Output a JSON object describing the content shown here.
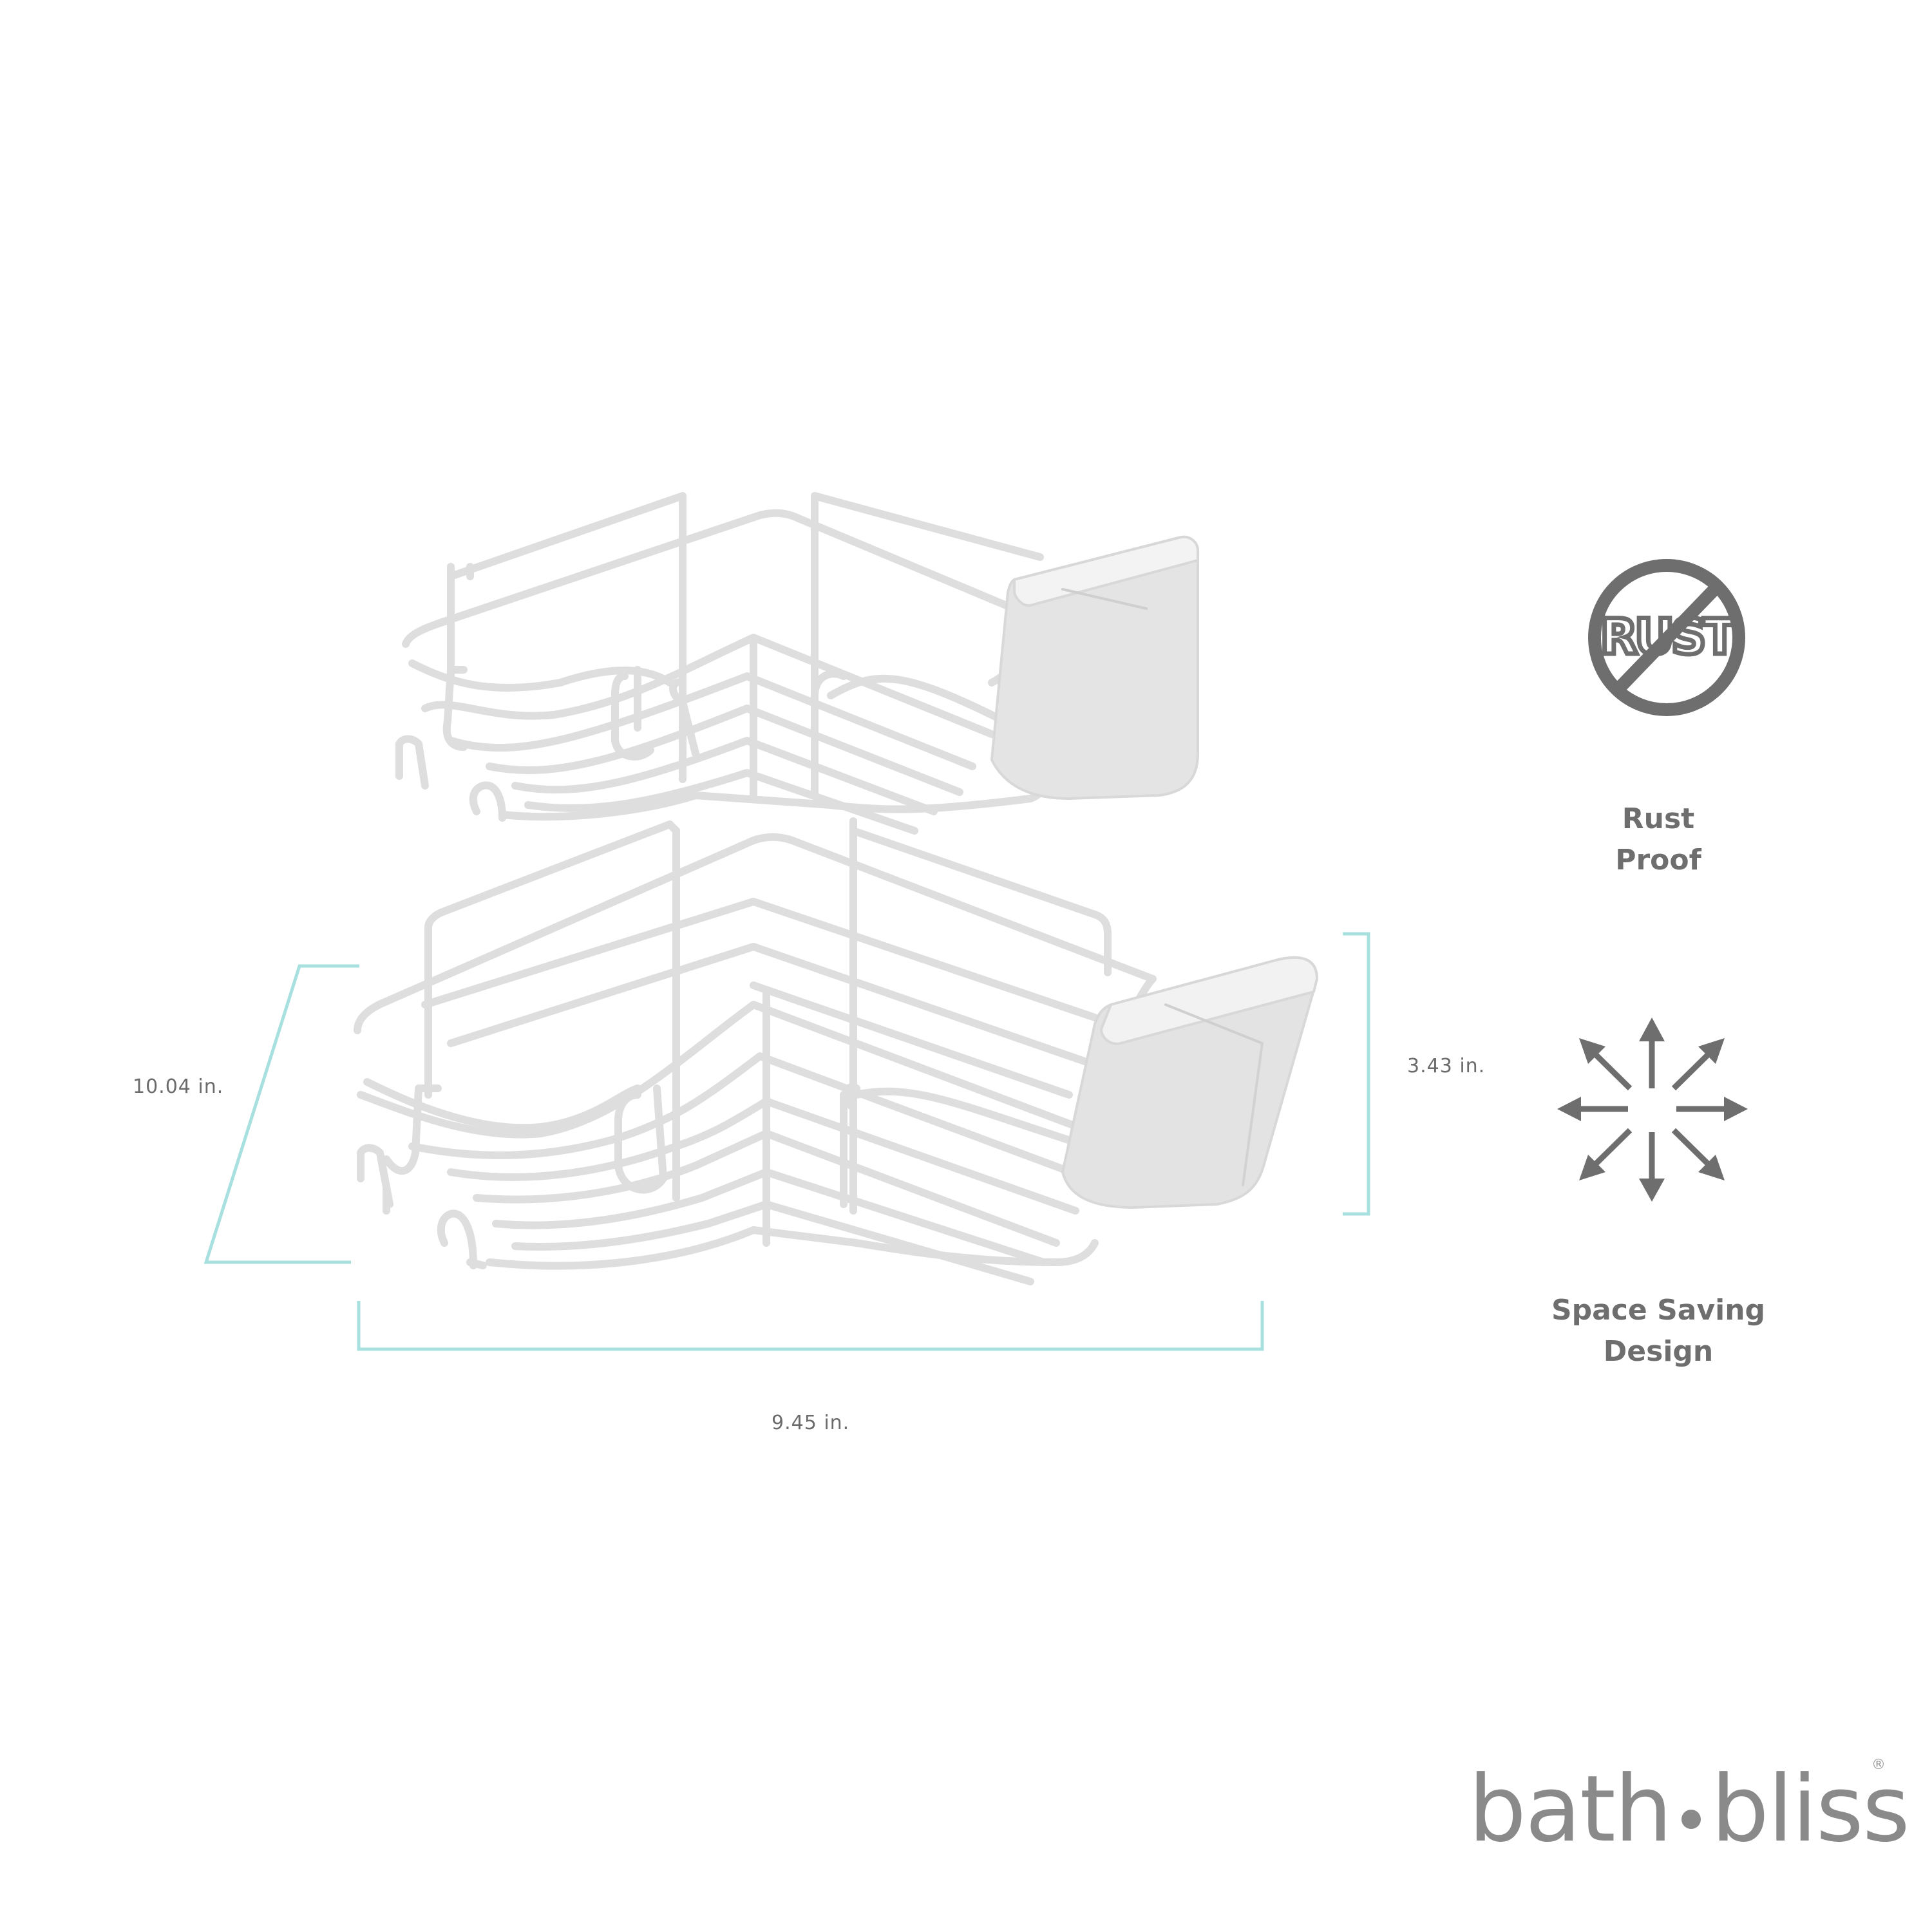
{
  "dimensions": {
    "depth": "10.04 in.",
    "height": "3.43 in.",
    "width": "9.45 in."
  },
  "features": {
    "rust": {
      "icon": "rust-proof-icon",
      "icon_text": "RUST",
      "line1": "Rust",
      "line2": "Proof"
    },
    "space": {
      "icon": "expand-arrows-icon",
      "line1": "Space Saving",
      "line2": "Design"
    }
  },
  "brand": {
    "part1": "bath",
    "part2": "bliss",
    "registered": "®"
  },
  "colors": {
    "dimension_line": "#a8e0df",
    "icon": "#6e6e6e",
    "product": "#dcdcdc",
    "text": "#6b6b6b"
  }
}
